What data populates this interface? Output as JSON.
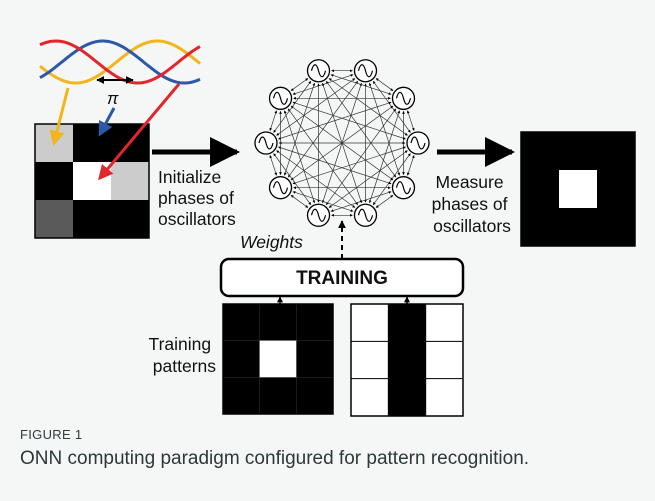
{
  "labels": {
    "pi": "π",
    "initialize": [
      "Initialize",
      "phases of",
      "oscillators"
    ],
    "measure": [
      "Measure",
      "phases of",
      "oscillators"
    ],
    "weights": "Weights",
    "training": "TRAINING",
    "training_patterns": [
      "Training",
      "patterns"
    ]
  },
  "caption": {
    "label": "FIGURE 1",
    "text": "ONN computing paradigm configured for pattern recognition."
  },
  "colors": {
    "wave_red": "#e3262b",
    "wave_blue": "#2d58a8",
    "wave_yellow": "#f2b61a",
    "gray_light": "#cccccc",
    "gray_dark": "#5a5a5a",
    "black": "#000000"
  },
  "input_grid": {
    "rows": 3,
    "cols": 3,
    "cells": [
      "light-gray",
      "black",
      "black",
      "black",
      "white",
      "light-gray",
      "dark-gray",
      "black",
      "black"
    ]
  },
  "output_grid": {
    "rows": 3,
    "cols": 3,
    "cells": [
      "black",
      "black",
      "black",
      "black",
      "white",
      "black",
      "black",
      "black",
      "black"
    ]
  },
  "pattern1_grid": {
    "rows": 3,
    "cols": 3,
    "cells": [
      "black",
      "black",
      "black",
      "black",
      "white",
      "black",
      "black",
      "black",
      "black"
    ]
  },
  "pattern2_grid": {
    "rows": 3,
    "cols": 3,
    "cells": [
      "white",
      "black",
      "white",
      "white",
      "black",
      "white",
      "white",
      "black",
      "white"
    ]
  },
  "network": {
    "oscillator_count": 10
  }
}
